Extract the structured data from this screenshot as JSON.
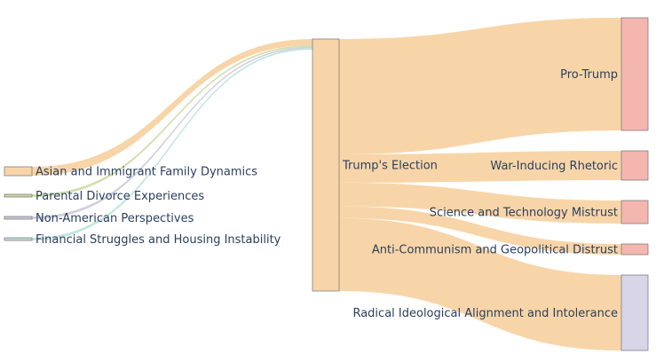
{
  "diagram": {
    "type": "sankey",
    "nodes": [
      {
        "id": "asian",
        "label": "Asian and Immigrant Family Dynamics",
        "color": "#f8d5a8"
      },
      {
        "id": "divorce",
        "label": "Parental Divorce Experiences",
        "color": "#c9d9a0"
      },
      {
        "id": "nonamerican",
        "label": "Non-American Perspectives",
        "color": "#c9c7d9"
      },
      {
        "id": "financial",
        "label": "Financial Struggles and Housing Instability",
        "color": "#b7dfd9"
      },
      {
        "id": "election",
        "label": "Trump's Election",
        "color": "#f8d5a8"
      },
      {
        "id": "protrump",
        "label": "Pro-Trump",
        "color": "#f4b6ae"
      },
      {
        "id": "war",
        "label": "War-Inducing Rhetoric",
        "color": "#f4b6ae"
      },
      {
        "id": "science",
        "label": "Science and Technology Mistrust",
        "color": "#f4b6ae"
      },
      {
        "id": "anticommunism",
        "label": "Anti-Communism and Geopolitical Distrust",
        "color": "#f4b6ae"
      },
      {
        "id": "radical",
        "label": "Radical Ideological Alignment and Intolerance",
        "color": "#d8d5e8"
      }
    ],
    "links": [
      {
        "source": "asian",
        "target": "election",
        "value": 4,
        "color": "#f8d5a8"
      },
      {
        "source": "divorce",
        "target": "election",
        "value": 1,
        "color": "#c9d9a0"
      },
      {
        "source": "nonamerican",
        "target": "election",
        "value": 1,
        "color": "#c9c7d9"
      },
      {
        "source": "financial",
        "target": "election",
        "value": 1,
        "color": "#b7dfd9"
      },
      {
        "source": "election",
        "target": "protrump",
        "value": 49,
        "color": "#f8d5a8"
      },
      {
        "source": "election",
        "target": "war",
        "value": 12,
        "color": "#f8d5a8"
      },
      {
        "source": "election",
        "target": "science",
        "value": 10,
        "color": "#f8d5a8"
      },
      {
        "source": "election",
        "target": "anticommunism",
        "value": 5,
        "color": "#f8d5a8"
      },
      {
        "source": "election",
        "target": "radical",
        "value": 31,
        "color": "#f8d5a8"
      }
    ]
  }
}
